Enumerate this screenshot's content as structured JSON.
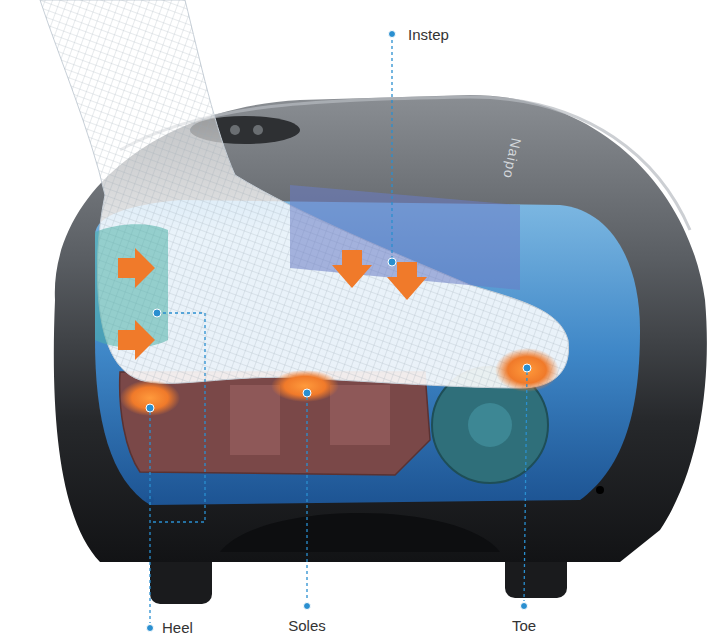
{
  "diagram": {
    "labels": [
      "Instep",
      "Heel",
      "Soles",
      "Toe",
      "Naipo"
    ]
  }
}
